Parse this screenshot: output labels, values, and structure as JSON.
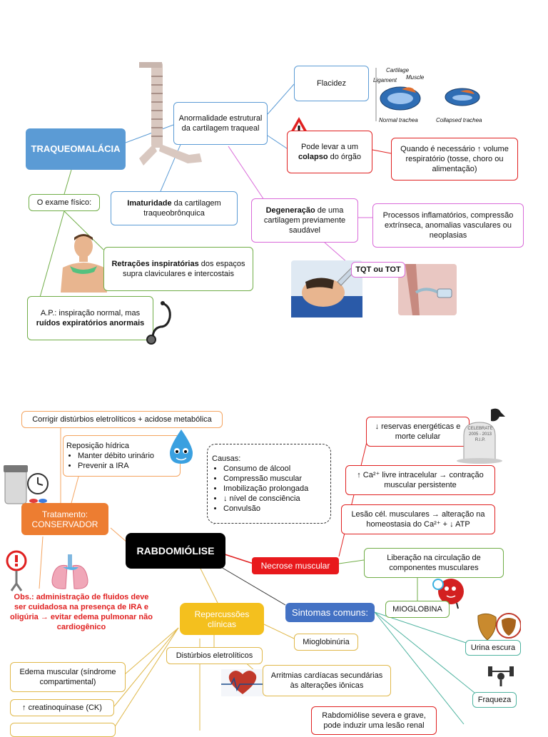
{
  "traqueo": {
    "main": "TRAQUEOMALÁCIA",
    "anormalidade": "Anormalidade estrutural da cartilagem traqueal",
    "flacidez": "Flacidez",
    "colapso_pre": "Pode levar a um ",
    "colapso_bold": "colapso",
    "colapso_post": " do órgão",
    "volume": "Quando é necessário ↑ volume respiratório (tosse, choro ou alimentação)",
    "exame": "O exame físico:",
    "imaturidade_bold": "Imaturidade",
    "imaturidade_rest": " da cartilagem traqueobrônquica",
    "degeneracao_bold": "Degeneração",
    "degeneracao_rest": " de uma cartilagem previamente saudável",
    "processos": "Processos inflamatórios, compressão extrínseca, anomalias vasculares ou neoplasias",
    "retracoes_bold": "Retrações inspiratórias",
    "retracoes_rest": " dos espaços supra claviculares e intercostais",
    "ap_pre": "A.P.: inspiração normal, mas ",
    "ap_bold": "ruídos expiratórios anormais",
    "tqt": "TQT ou TOT",
    "img_labels": {
      "cartilage": "Cartilage",
      "muscle": "Muscle",
      "ligament": "Ligament",
      "normal": "Normal trachea",
      "collapsed": "Collapsed trachea"
    }
  },
  "rabdo": {
    "main": "RABDOMIÓLISE",
    "corrigir": "Corrigir distúrbios eletrolíticos + acidose metabólica",
    "reposicao_title": "Reposição hídrica",
    "reposicao_items": [
      "Manter débito urinário",
      "Prevenir a IRA"
    ],
    "tratamento": "Tratamento: CONSERVADOR",
    "obs": "Obs.: administração de fluidos deve ser cuidadosa na presença de IRA e oligúria → evitar edema pulmonar não cardiogênico",
    "causas_title": "Causas:",
    "causas_items": [
      "Consumo de álcool",
      "Compressão muscular",
      "Imobilização prolongada",
      "↓ nível de consciência",
      "Convulsão"
    ],
    "reservas": "↓ reservas energéticas e morte celular",
    "ca_livre": "↑ Ca²⁺ livre intracelular → contração muscular persistente",
    "lesao": "Lesão cél. musculares → alteração na homeostasia do Ca²⁺ + ↓ ATP",
    "necrose": "Necrose muscular",
    "liberacao": "Liberação na circulação de componentes musculares",
    "mioglobina": "MIOGLOBINA",
    "sintomas": "Sintomas comuns:",
    "urina": "Urina escura",
    "fraqueza": "Fraqueza",
    "repercussoes": "Repercussões clínicas",
    "mioglobinuria": "Mioglobinúria",
    "disturbios": "Distúrbios eletrolíticos",
    "arritmias": "Arritmias cardíacas secundárias às alterações iônicas",
    "edema": "Edema muscular (síndrome compartimental)",
    "ck": "↑ creatinoquinase (CK)",
    "severa": "Rabdomiólise severa e grave, pode induzir uma lesão renal",
    "tomb": "CELEBRATE 2005 - 2013 R.I.P."
  }
}
